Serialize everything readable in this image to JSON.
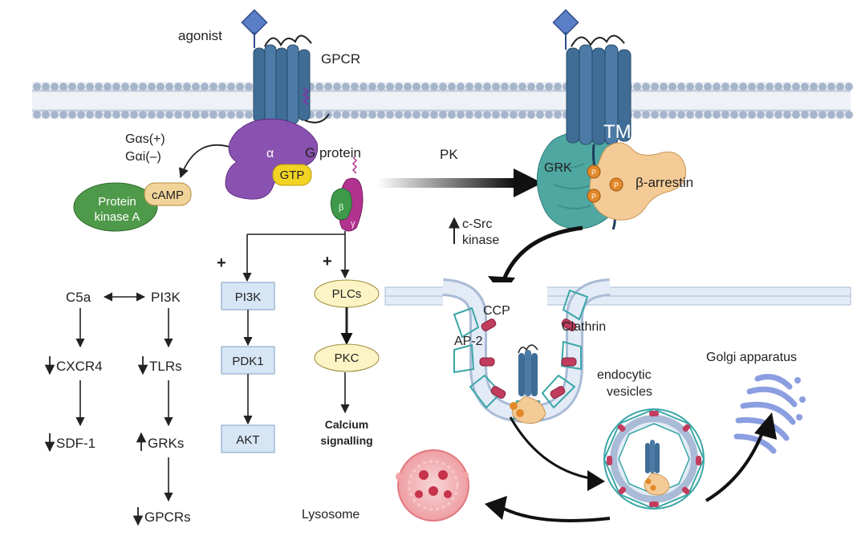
{
  "labels": {
    "agonist": "agonist",
    "gpcr": "GPCR",
    "gas": "Gαs(+)",
    "gai": "Gαi(–)",
    "alpha": "α",
    "gtp": "GTP",
    "g_protein": "G protein",
    "camp": "cAMP",
    "pka_line1": "Protein",
    "pka_line2": "kinase A",
    "beta": "β",
    "gamma": "γ",
    "pk": "PK",
    "tm": "TM",
    "grk": "GRK",
    "phospho": "P",
    "beta_arrestin": "β-arrestin",
    "csrc_line1": "c-Src",
    "csrc_line2": "kinase",
    "plus": "+",
    "ccp": "CCP",
    "clathrin": "Clathrin",
    "ap2": "AP-2",
    "golgi": "Golgi apparatus",
    "endocytic_line1": "endocytic",
    "endocytic_line2": "vesicles",
    "lysosome": "Lysosome"
  },
  "pi3k_akt_pathway": [
    "PI3K",
    "PDK1",
    "AKT"
  ],
  "plc_pathway": [
    "PLCs",
    "PKC"
  ],
  "calcium_line1": "Calcium",
  "calcium_line2": "signalling",
  "chemokine_pathway": {
    "c5a": "C5a",
    "pi3k": "PI3K",
    "cxcr4": "CXCR4",
    "tlrs": "TLRs",
    "sdf1": "SDF-1",
    "grks": "GRKs",
    "gpcrs": "GPCRs"
  },
  "colors": {
    "receptor": "#3f6d96",
    "membrane_head": "#a6b5cc",
    "g_alpha": "#8a52b0",
    "gtp": "#f2d323",
    "pka": "#4f9a4a",
    "camp": "#f1d49a",
    "grk": "#4fa7a1",
    "arrestin": "#f4cb96",
    "phospho": "#e3892a",
    "clathrin_cage": "#3aa6a6",
    "ap2": "#c23c5e",
    "box_blue": "#d6e6f5",
    "box_yellow": "#fcf4c4",
    "golgi": "#8a9ee0",
    "lysosome": "#f2a3a6",
    "agonist": "#5b7fc7"
  }
}
